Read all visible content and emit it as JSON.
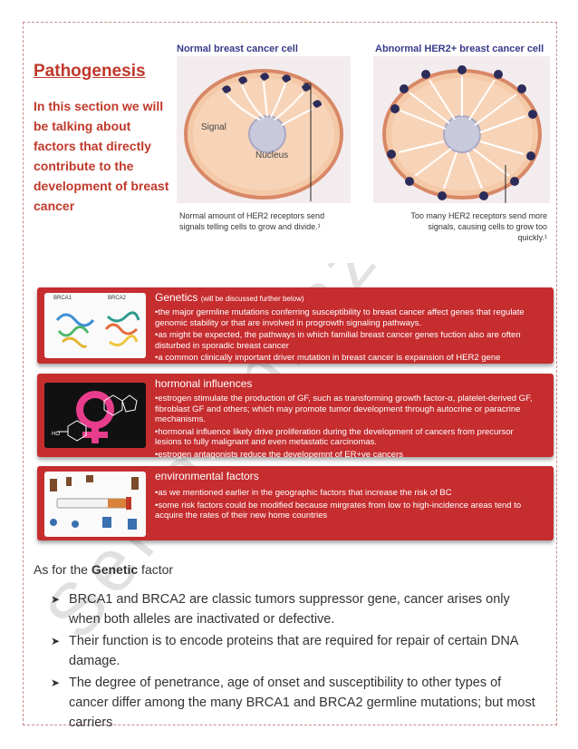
{
  "section": {
    "title": "Pathogenesis",
    "intro": "In this section we will be talking about factors that directly contribute to the development of breast cancer"
  },
  "figure": {
    "normal_title": "Normal breast cancer cell",
    "abnormal_title": "Abnormal HER2+ breast cancer cell",
    "signal_label": "Signal",
    "nucleus_label": "Nucleus",
    "normal_caption": "Normal amount of HER2 receptors send signals telling cells to grow and divide.¹",
    "abnormal_caption": "Too many HER2 receptors send more signals, causing cells to grow too quickly.¹"
  },
  "bands": [
    {
      "heading": "Genetics",
      "heading_note": "(will be discussed further below)",
      "thumb_labels": [
        "BRCA1",
        "BRCA2"
      ],
      "items": [
        "•the major germline mutations conferring susceptibility to breast cancer affect genes that regulate genomic stability or that are involved in progrowth signaling pathways.",
        "•as might be expected, the pathways in which familial breast cancer genes fuction also are often disturbed in sporadic breast cancer",
        "•a common clinically important driver mutation in breast cancer is expansion of HER2 gene"
      ]
    },
    {
      "heading": "hormonal influences",
      "heading_note": "",
      "thumb_labels": [],
      "items": [
        "•estrogen stimulate the production of GF, such as transforming growth factor-α, platelet-derived GF, fibroblast GF and others; which may promote tumor development through autocrine or paracrine mechanisms.",
        "•hormonal influence likely drive proliferation during the development of cancers from precursor lesions to fully malignant and even metastatic carcinomas.",
        "•estrogen antagonists reduce the developemnt of ER+ve cancers"
      ]
    },
    {
      "heading": "environmental factors",
      "heading_note": "",
      "thumb_labels": [],
      "items": [
        "•as we mentioned earlier in the geographic factors that increase the risk of BC",
        "•some risk factors could be modified because mirgrates from low to high-incidence areas tend to acquire the rates of their new home countries"
      ]
    }
  ],
  "genetic_section": {
    "prefix": "As for the ",
    "bold": "Genetic",
    "suffix": " factor",
    "bullets": [
      "BRCA1 and BRCA2 are classic tumors suppressor gene, cancer arises only when both alleles are inactivated or defective.",
      "Their function is to encode proteins that are required for repair of certain DNA damage.",
      "The degree of penetrance, age of onset and susceptibility to other types of cancer differ among the many BRCA1 and BRCA2 germline mutations; but most carriers"
    ]
  },
  "watermark": "Sema Imhazc",
  "colors": {
    "accent": "#c0392b",
    "band": "#c62d2f",
    "title_blue": "#3a3a8a",
    "watermark": "#d8d8d8"
  }
}
